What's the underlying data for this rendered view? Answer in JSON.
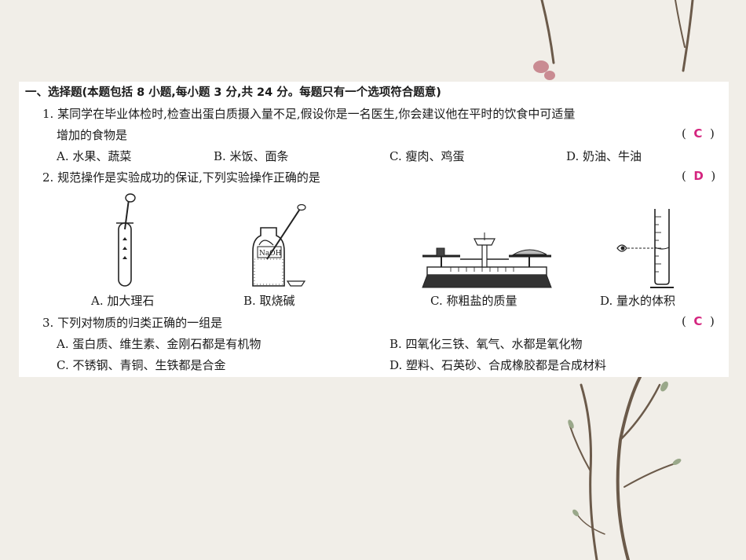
{
  "section": {
    "heading": "一、选择题(本题包括 8 小题,每小题 3 分,共 24 分。每题只有一个选项符合题意)"
  },
  "q1": {
    "stem_line1": "1. 某同学在毕业体检时,检查出蛋白质摄入量不足,假设你是一名医生,你会建议他在平时的饮食中可适量",
    "stem_line2": "增加的食物是",
    "answer": "C",
    "options": [
      "A. 水果、蔬菜",
      "B. 米饭、面条",
      "C. 瘦肉、鸡蛋",
      "D. 奶油、牛油"
    ]
  },
  "q2": {
    "stem": "2. 规范操作是实验成功的保证,下列实验操作正确的是",
    "answer": "D",
    "figure_label_naoh": "NaOH",
    "captions": [
      "A. 加大理石",
      "B. 取烧碱",
      "C. 称粗盐的质量",
      "D. 量水的体积"
    ]
  },
  "q3": {
    "stem": "3. 下列对物质的归类正确的一组是",
    "answer": "C",
    "options": [
      "A. 蛋白质、维生素、金刚石都是有机物",
      "B. 四氧化三铁、氧气、水都是氧化物",
      "C. 不锈钢、青铜、生铁都是合金",
      "D. 塑料、石英砂、合成橡胶都是合成材料"
    ]
  }
}
